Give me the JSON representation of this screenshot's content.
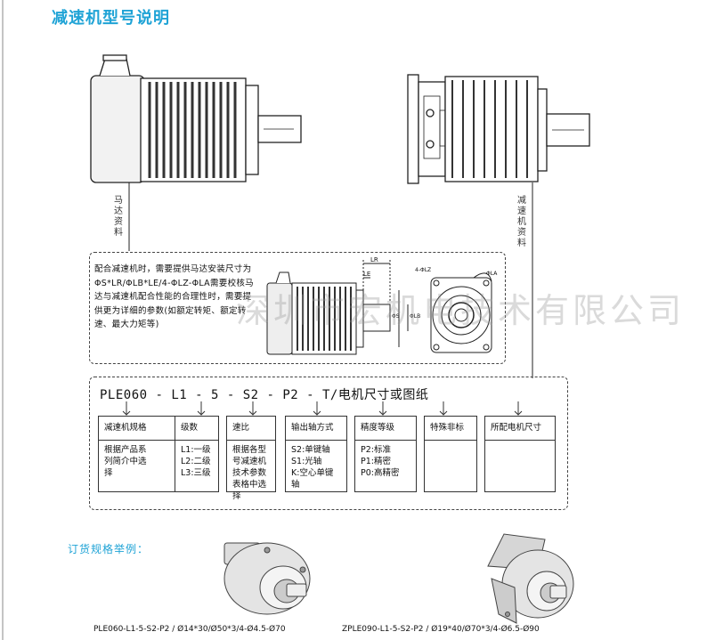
{
  "title": "减速机型号说明",
  "motor_label": "马达资料",
  "reducer_label": "减速机资料",
  "description": "配合减速机时，需要提供马达安装尺寸为ΦS*LR/ΦLB*LE/4-ΦLZ-ΦLA需要校核马达与减速机配合性能的合理性时，需要提供更为详细的参数(如额定转矩、额定转速、最大力矩等)",
  "drawing_labels": {
    "lr": "LR",
    "le": "LE",
    "lz": "4-ΦLZ",
    "la": "ΦLA",
    "s": "ΦS",
    "lb": "ΦLB"
  },
  "model_code": "PLE060 - L1 - 5 - S2 - P2 - T/电机尺寸或图纸",
  "spec_boxes": [
    {
      "header": "减速机规格",
      "body": "根据产品系\n列简介中选\n择"
    },
    {
      "header": "级数",
      "body": "L1:一级\nL2:二级\nL3:三级"
    },
    {
      "header": "速比",
      "body": "根据各型\n号减速机\n技术参数\n表格中选\n择"
    },
    {
      "header": "输出轴方式",
      "body": "S2:单键轴\nS1:光轴\nK:空心单键\n轴"
    },
    {
      "header": "精度等级",
      "body": "P2:标准\nP1:精密\nP0:高精密"
    },
    {
      "header": "特殊非标",
      "body": ""
    },
    {
      "header": "所配电机尺寸",
      "body": ""
    }
  ],
  "example_title": "订货规格举例：",
  "example_left": "PLE060-L1-5-S2-P2 / Ø14*30/Ø50*3/4-Ø4.5-Ø70",
  "example_right": "ZPLE090-L1-5-S2-P2 / Ø19*40/Ø70*3/4-Ø6.5-Ø90",
  "watermark": "深圳市宏机电技术有限公司",
  "colors": {
    "accent": "#1fa3d6",
    "line": "#333333"
  }
}
